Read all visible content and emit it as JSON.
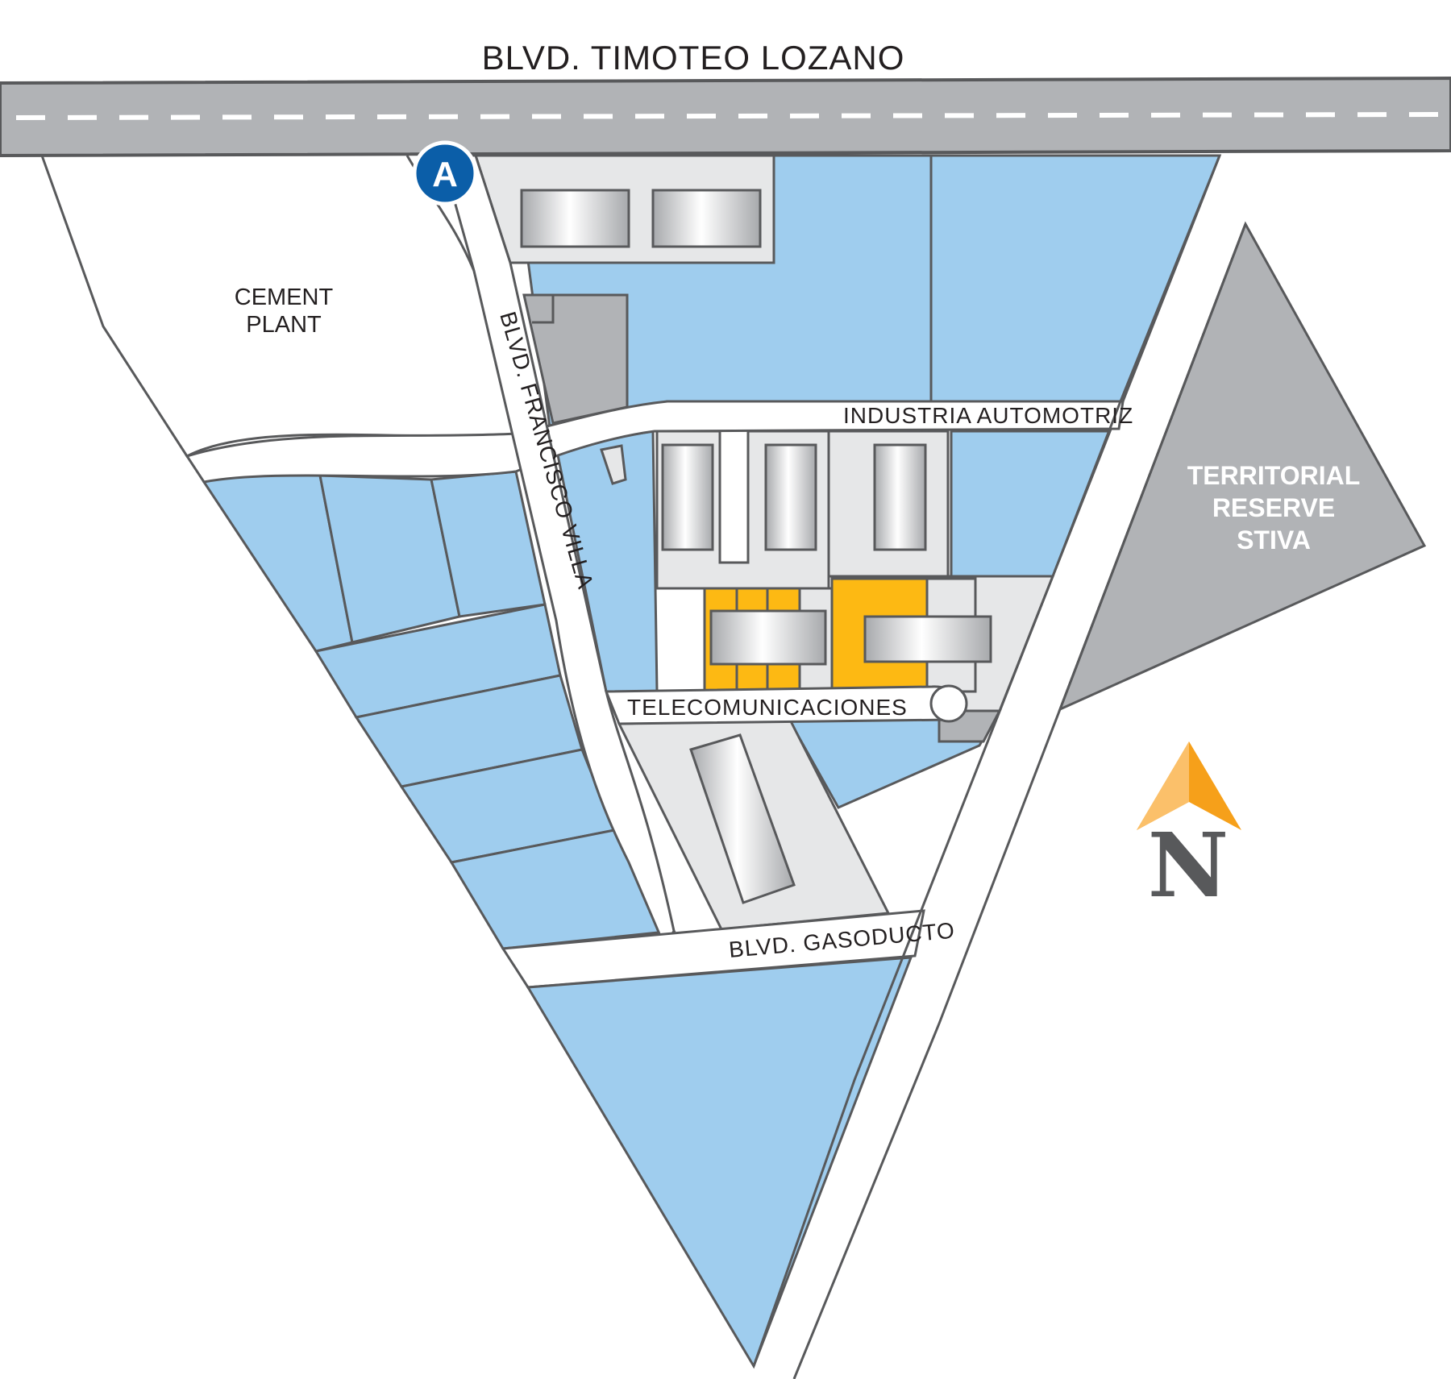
{
  "roads": {
    "main_boulevard": "BLVD. TIMOTEO LOZANO",
    "francisco_villa": "BLVD. FRANCISCO VILLA",
    "industria_automotriz": "INDUSTRIA AUTOMOTRIZ",
    "telecomunicaciones": "TELECOMUNICACIONES",
    "gasoducto": "BLVD. GASODUCTO"
  },
  "areas": {
    "cement_plant_line1": "CEMENT",
    "cement_plant_line2": "PLANT",
    "reserve_line1": "TERRITORIAL",
    "reserve_line2": "RESERVE",
    "reserve_line3": "STIVA"
  },
  "marker": {
    "label": "A",
    "color": "#0b5ea8"
  },
  "compass": {
    "label": "N",
    "arrow_color": "#f6a01a",
    "letter_color": "#58595b"
  },
  "colors": {
    "lot": "#9fcdee",
    "available_lot": "#fdb913",
    "developed_pad": "#e6e7e8",
    "reserve": "#b1b3b6",
    "road": "#b1b3b6",
    "outline": "#58595b"
  }
}
